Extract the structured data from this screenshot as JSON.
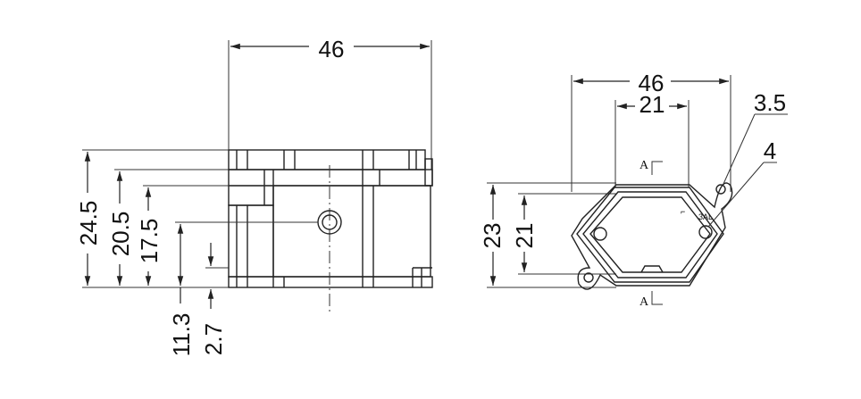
{
  "side_view": {
    "width_dim": "46",
    "heights": {
      "h_24_5": "24.5",
      "h_20_5": "20.5",
      "h_17_5": "17.5",
      "h_11_3": "11.3",
      "h_2_7": "2.7"
    }
  },
  "front_view": {
    "width_outer": "46",
    "width_inner": "21",
    "height_outer": "23",
    "height_inner": "21",
    "hole_small": "3.5",
    "hole_large": "4",
    "section_label_top": "A",
    "section_label_bottom": "A"
  }
}
